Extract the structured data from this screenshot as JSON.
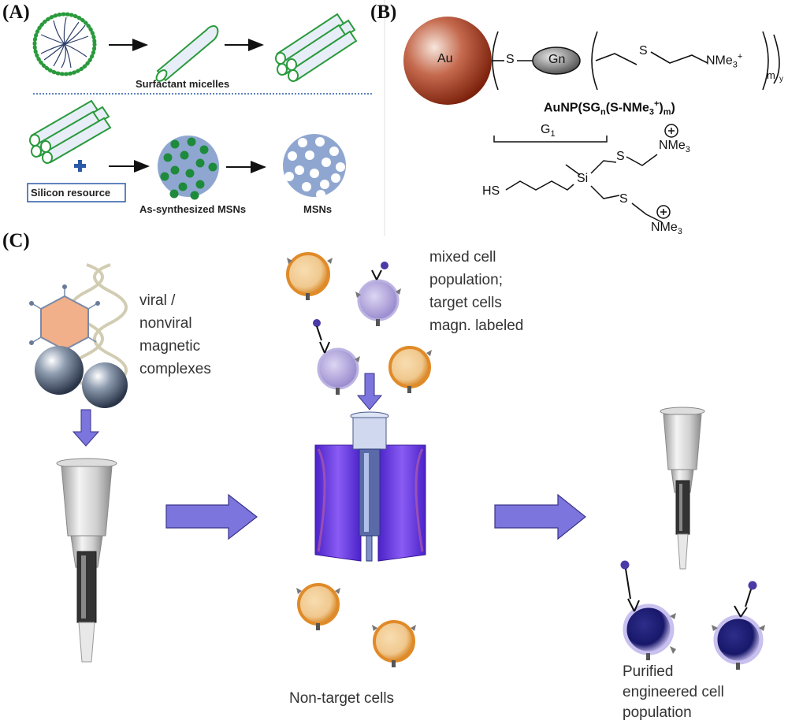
{
  "panels": {
    "a": "(A)",
    "b": "(B)",
    "c": "(C)"
  },
  "panel_a": {
    "surfactant_micelles": "Surfactant micelles",
    "silicon_resource": "Silicon resource",
    "as_synthesized": "As-synthesized MSNs",
    "msns": "MSNs"
  },
  "panel_b": {
    "au": "Au",
    "s1": "S",
    "gn": "Gn",
    "s2": "S",
    "nme3_main": "NMe",
    "sub3": "3",
    "sup_plus": "+",
    "m": "m",
    "y": "y",
    "formula_main": "AuNP(SG",
    "formula_n": "n",
    "formula_mid": "(S-NMe",
    "formula_3": "3",
    "formula_plus": "+",
    "formula_close": ")",
    "formula_m": "m",
    "formula_end": ")",
    "g_label": "G",
    "g_sub": "1",
    "s_top": "S",
    "nme3_top": "NMe",
    "si": "Si",
    "hs": "HS",
    "s_bottom": "S",
    "nme3_bottom": "NMe",
    "plus_symbol": "+"
  },
  "panel_c": {
    "viral_text": [
      "viral /",
      "nonviral",
      "magnetic",
      "complexes"
    ],
    "mixed_text": [
      "mixed cell",
      "population;",
      "target cells",
      "magn. labeled"
    ],
    "non_target": "Non-target cells",
    "purified": [
      "Purified",
      "engineered cell",
      "population"
    ]
  },
  "colors": {
    "green": "#2a9a3c",
    "msn_blue": "#8fa7d0",
    "arrow_purple": "#7b75dd",
    "orange_cell": "#e49a3e",
    "lilac_cell": "#a89ad6",
    "gold": "#9b3a1e",
    "magnet": "#6a35e0"
  }
}
